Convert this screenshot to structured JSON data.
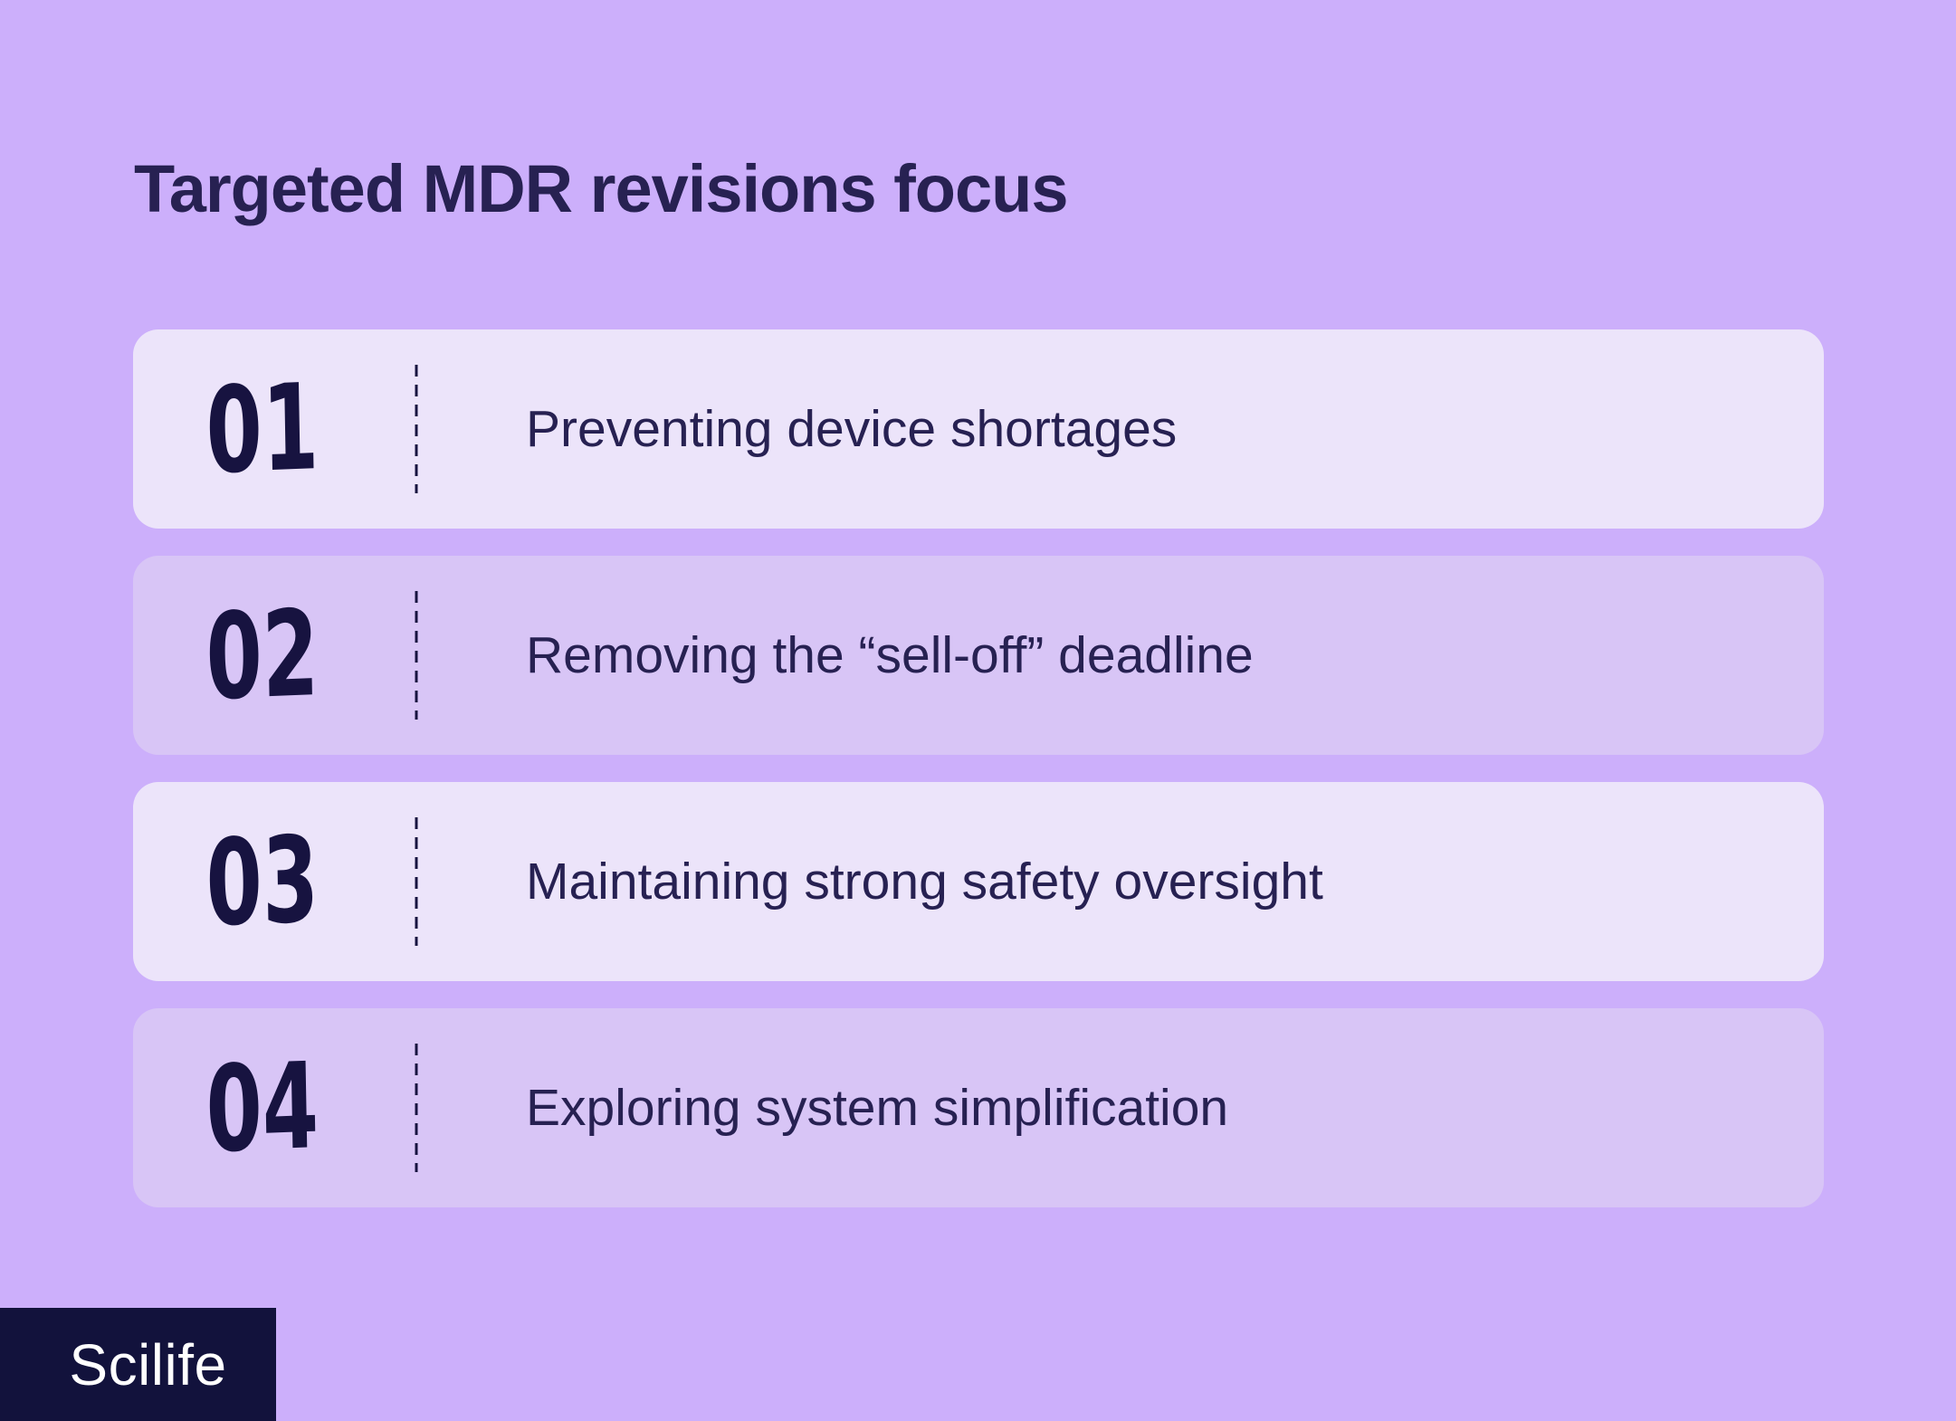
{
  "title": "Targeted MDR revisions focus",
  "items": [
    {
      "number": "01",
      "label": "Preventing device shortages"
    },
    {
      "number": "02",
      "label": "Removing the “sell-off” deadline"
    },
    {
      "number": "03",
      "label": "Maintaining strong safety oversight"
    },
    {
      "number": "04",
      "label": "Exploring system simplification"
    }
  ],
  "logo": {
    "text": "Scilife"
  },
  "colors": {
    "page_background": "#ccaffb",
    "card_light": "#ece4fa",
    "card_medium": "#d8c5f6",
    "text_navy": "#272152",
    "number_navy": "#171340",
    "logo_background": "#12123c",
    "logo_text": "#ffffff"
  }
}
